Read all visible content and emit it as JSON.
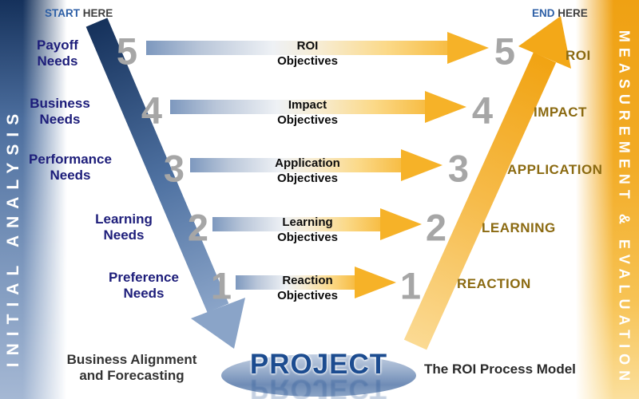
{
  "header": {
    "start_label_primary": "START",
    "start_label_secondary": "HERE",
    "end_label_primary": "END",
    "end_label_secondary": "HERE"
  },
  "sidebar_left": {
    "label": "INITIAL ANALYSIS"
  },
  "sidebar_right": {
    "label": "MEASUREMENT & EVALUATION"
  },
  "rows": [
    {
      "level": "5",
      "need_line1": "Payoff",
      "need_line2": "Needs",
      "objective_line1": "ROI",
      "objective_line2": "Objectives",
      "evaluation": "ROI"
    },
    {
      "level": "4",
      "need_line1": "Business",
      "need_line2": "Needs",
      "objective_line1": "Impact",
      "objective_line2": "Objectives",
      "evaluation": "IMPACT"
    },
    {
      "level": "3",
      "need_line1": "Performance",
      "need_line2": "Needs",
      "objective_line1": "Application",
      "objective_line2": "Objectives",
      "evaluation": "APPLICATION"
    },
    {
      "level": "2",
      "need_line1": "Learning",
      "need_line2": "Needs",
      "objective_line1": "Learning",
      "objective_line2": "Objectives",
      "evaluation": "LEARNING"
    },
    {
      "level": "1",
      "need_line1": "Preference",
      "need_line2": "Needs",
      "objective_line1": "Reaction",
      "objective_line2": "Objectives",
      "evaluation": "REACTION"
    }
  ],
  "footer": {
    "left_caption_line1": "Business Alignment",
    "left_caption_line2": "and Forecasting",
    "project_label": "PROJECT",
    "right_caption": "The ROI Process Model"
  },
  "colors": {
    "navy_label": "#1d1d7a",
    "number_gray": "#a6a6a6",
    "gold_label": "#8b6a11",
    "accent_blue": "#16325c",
    "accent_gold": "#f2a715",
    "project_blue": "#1c4c90"
  }
}
